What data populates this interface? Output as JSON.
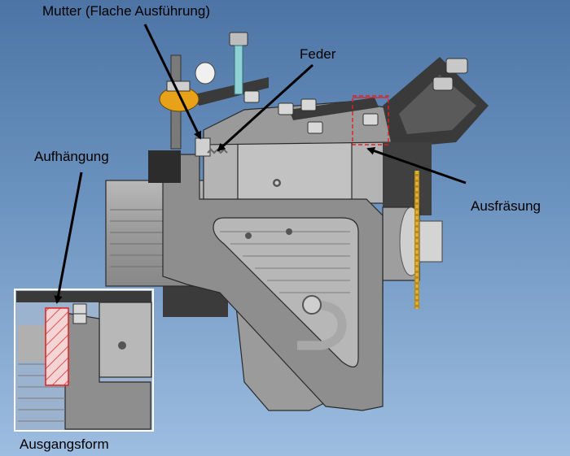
{
  "labels": {
    "nut": "Mutter (Flache Ausführung)",
    "spring": "Feder",
    "suspension": "Aufhängung",
    "milling": "Ausfräsung",
    "initial_form": "Ausgangsform"
  },
  "colors": {
    "background_top": "#4d74a4",
    "background_bottom": "#9dbde0",
    "part_grey": "#8e8e8e",
    "part_dark": "#3a3a3a",
    "accent_orange": "#e8a21a",
    "accent_gold": "#d9a52a",
    "highlight_red": "#e02020"
  }
}
